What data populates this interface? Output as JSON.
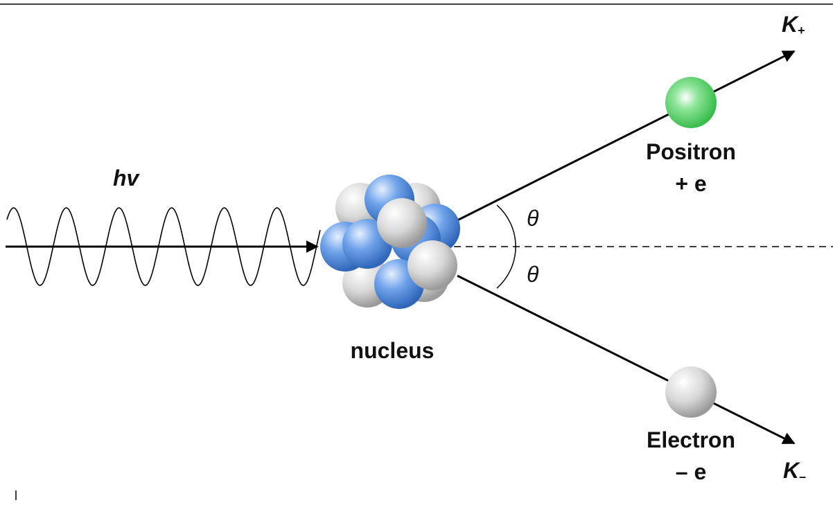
{
  "labels": {
    "photon": "hv",
    "nucleus": "nucleus",
    "positron": "Positron",
    "positron_charge": "+ e",
    "electron": "Electron",
    "electron_charge": "– e",
    "k_plus_symbol": "K",
    "k_plus_sub": "+",
    "k_minus_symbol": "K",
    "k_minus_sub": "–",
    "theta_upper": "θ",
    "theta_lower": "θ"
  },
  "colors": {
    "line": "#000000",
    "positron": "#3cc84a",
    "electron": "#cfcfcf",
    "proton": "#4a86d6",
    "neutron": "#d4d4d4"
  }
}
